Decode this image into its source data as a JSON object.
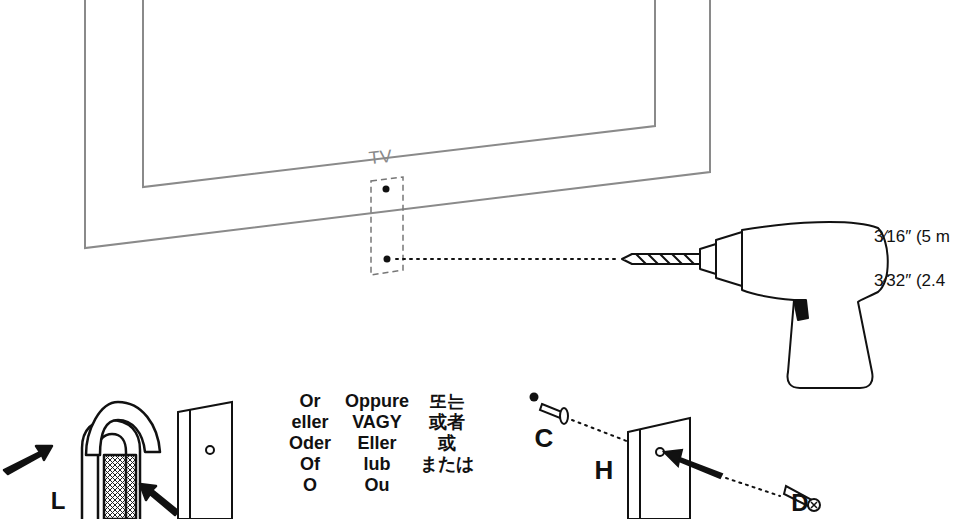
{
  "diagram": {
    "labels": [
      "TV",
      "3⁄16″ (5 m",
      "3⁄32″ (2.4",
      "Or",
      "Oppure",
      "또는",
      "eller",
      "VAGY",
      "或者",
      "Oder",
      "Eller",
      "或",
      "Of",
      "lub",
      "または",
      "O",
      "Ou",
      "C",
      "H",
      "L",
      "D"
    ]
  }
}
